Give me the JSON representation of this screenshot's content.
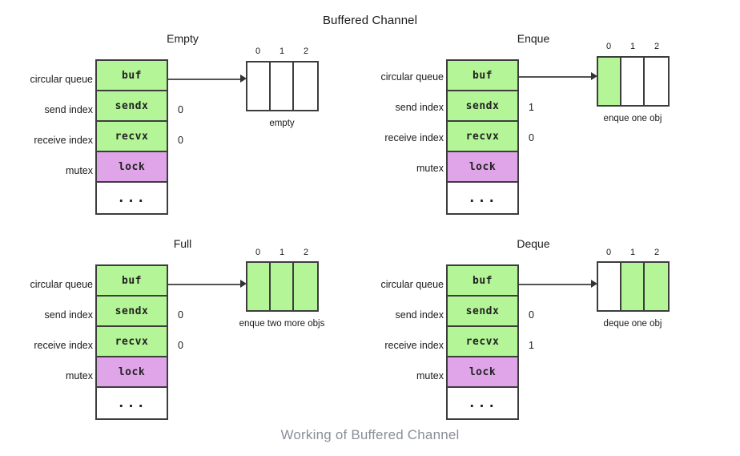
{
  "title": "Buffered Channel",
  "caption": "Working of Buffered Channel",
  "colors": {
    "filled": "#b4f598",
    "lock": "#dfa5e8",
    "empty": "#ffffff",
    "stroke": "#3d3d3d",
    "caption_text": "#8a8f99"
  },
  "field_labels": {
    "buf": "circular queue",
    "sendx": "send index",
    "recvx": "receive index",
    "lock": "mutex"
  },
  "field_names": {
    "buf": "buf",
    "sendx": "sendx",
    "recvx": "recvx",
    "lock": "lock",
    "more": "..."
  },
  "slot_indices": [
    "0",
    "1",
    "2"
  ],
  "panels": [
    {
      "id": "empty",
      "title": "Empty",
      "sendx": "0",
      "recvx": "0",
      "buffer": {
        "slots": [
          false,
          false,
          false
        ],
        "caption": "empty"
      }
    },
    {
      "id": "enque",
      "title": "Enque",
      "sendx": "1",
      "recvx": "0",
      "buffer": {
        "slots": [
          true,
          false,
          false
        ],
        "caption": "enque one obj"
      }
    },
    {
      "id": "full",
      "title": "Full",
      "sendx": "0",
      "recvx": "0",
      "buffer": {
        "slots": [
          true,
          true,
          true
        ],
        "caption": "enque two more objs"
      }
    },
    {
      "id": "deque",
      "title": "Deque",
      "sendx": "0",
      "recvx": "1",
      "buffer": {
        "slots": [
          false,
          true,
          true
        ],
        "caption": "deque one obj"
      }
    }
  ]
}
